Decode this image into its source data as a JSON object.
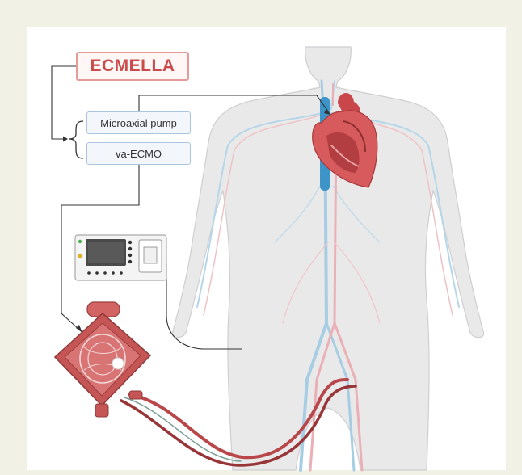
{
  "title": "ECMELLA",
  "options": [
    {
      "label": "Microaxial pump"
    },
    {
      "label": "va-ECMO"
    }
  ],
  "colors": {
    "frame": "#f2f1e6",
    "title_border": "#e59a9a",
    "title_text": "#cc4a4a",
    "option_border": "#aac4e4",
    "body_fill": "#e9e9ea",
    "artery": "#e8a0a8",
    "vein": "#a6cde3",
    "heart": "#c9474a",
    "pump": "#c65656"
  },
  "icons": [
    "human-body",
    "heart",
    "ecmo-console",
    "centrifugal-pump",
    "bracket"
  ]
}
